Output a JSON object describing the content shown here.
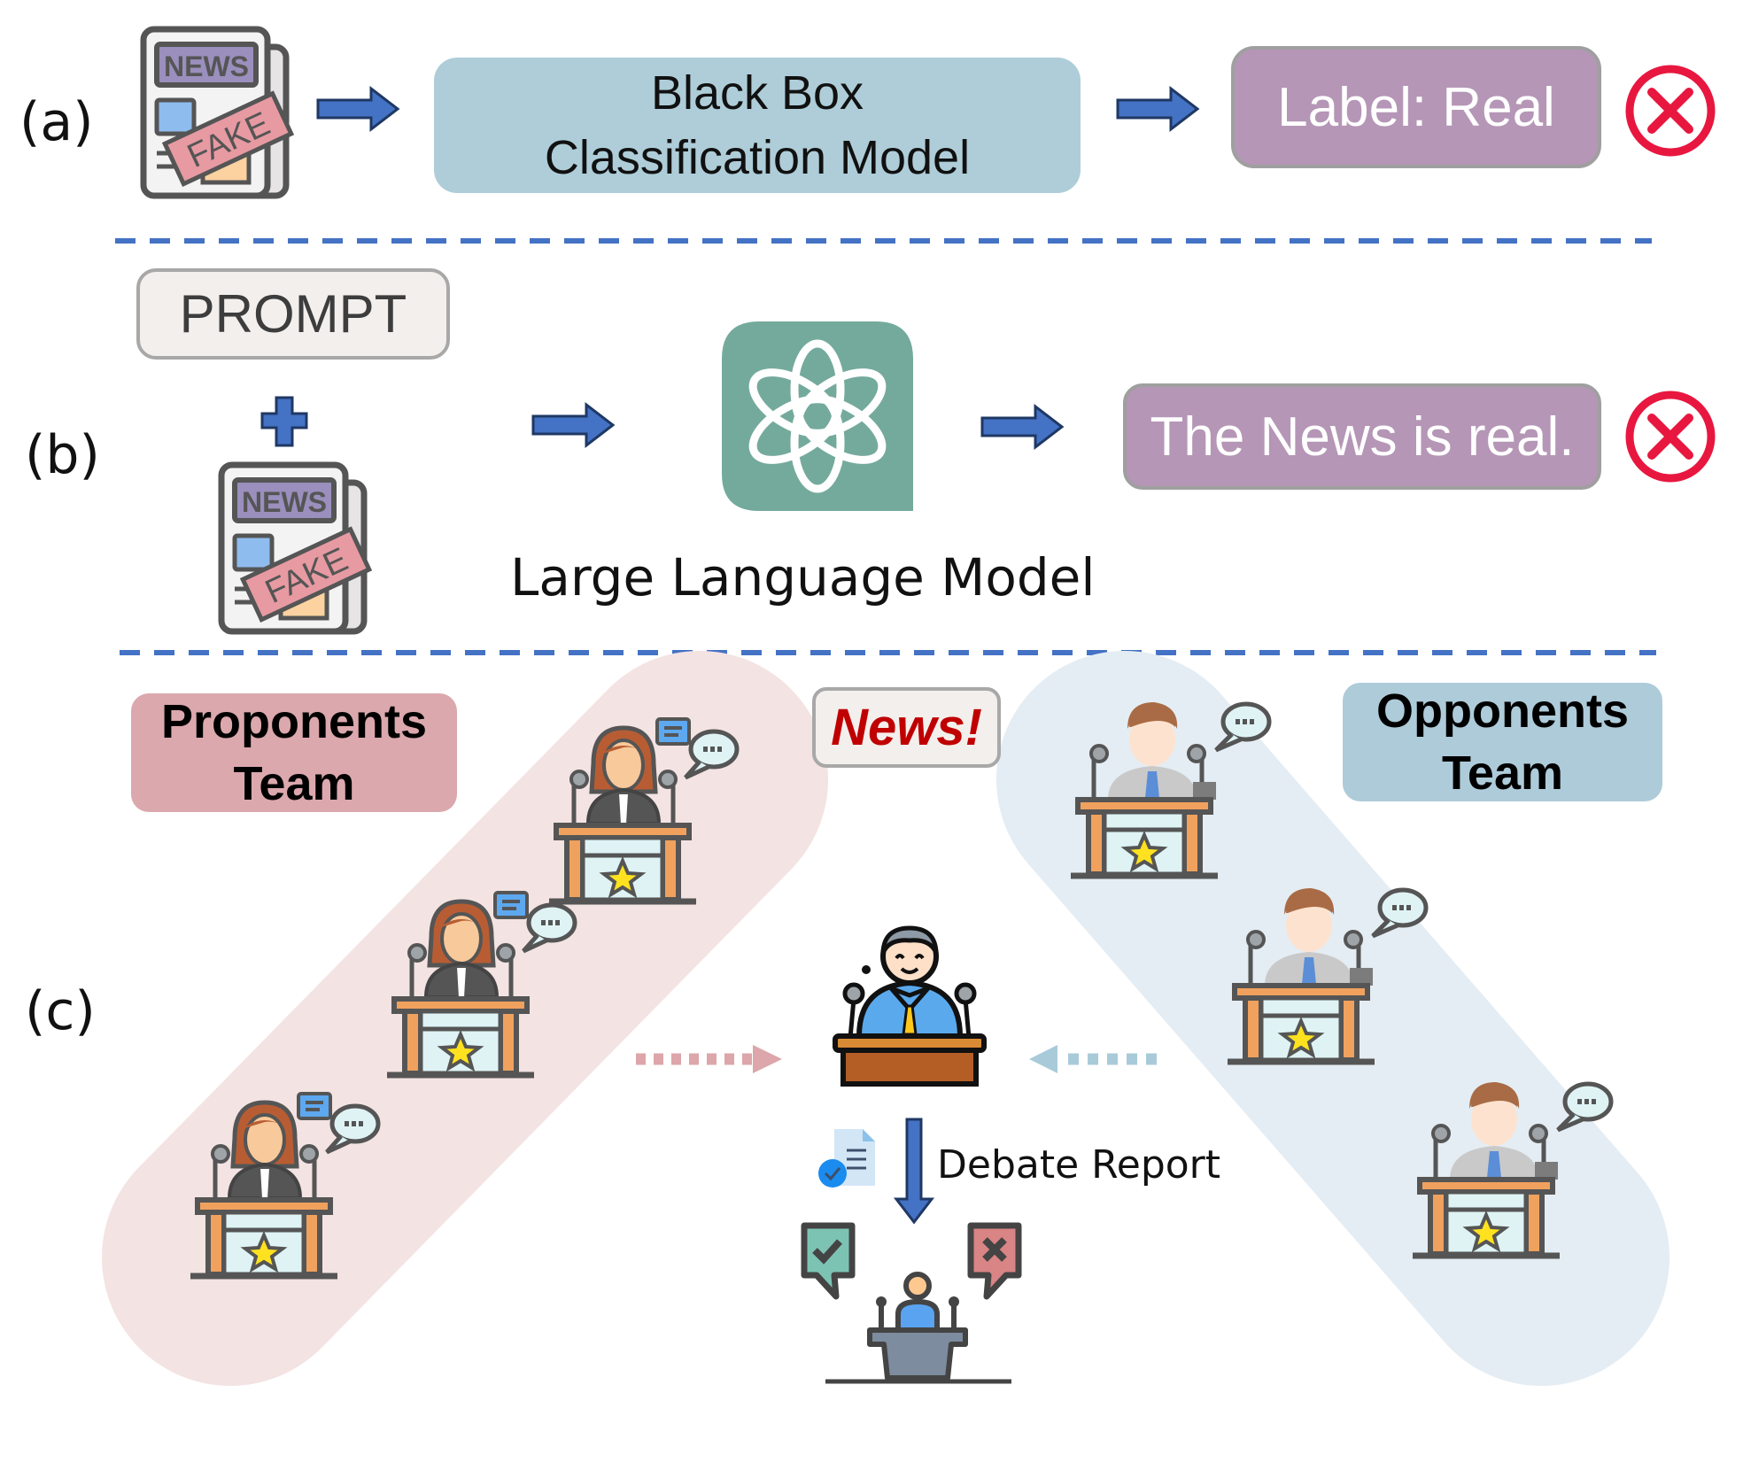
{
  "sections": {
    "a": {
      "label": "(a)",
      "model_box": {
        "line1": "Black Box",
        "line2": "Classification Model"
      },
      "output_box": "Label: Real",
      "news_icon": {
        "header": "NEWS",
        "stamp": "FAKE"
      },
      "result_icon": "wrong-x-circle-icon"
    },
    "b": {
      "label": "(b)",
      "prompt_box": "PROMPT",
      "plus_icon": "plus-icon",
      "news_icon": {
        "header": "NEWS",
        "stamp": "FAKE"
      },
      "model_caption": "Large Language Model",
      "model_icon": "openai-logo-icon",
      "output_box": "The News is real.",
      "result_icon": "wrong-x-circle-icon"
    },
    "c": {
      "label": "(c)",
      "proponents": {
        "line1": "Proponents",
        "line2": "Team"
      },
      "opponents": {
        "line1": "Opponents",
        "line2": "Team"
      },
      "news_tag": "News!",
      "report_label": "Debate Report",
      "judge_icon": "judge-podium-icon",
      "verdict_icon": "verdict-speaker-icon"
    }
  },
  "colors": {
    "arrow_blue": "#4472c4",
    "arrow_border": "#1f3864",
    "dash_blue": "#4472c4",
    "model_box": "#aecdd9",
    "output_box": "#b596b6",
    "wrong_red": "#e8173f",
    "proponents_bg": "#f4e3e3",
    "proponents_box": "#dba8ad",
    "opponents_bg": "#e4edf3",
    "opponents_box": "#aecbd9",
    "gpt_green": "#74aa9c",
    "news_red": "#c00000"
  }
}
